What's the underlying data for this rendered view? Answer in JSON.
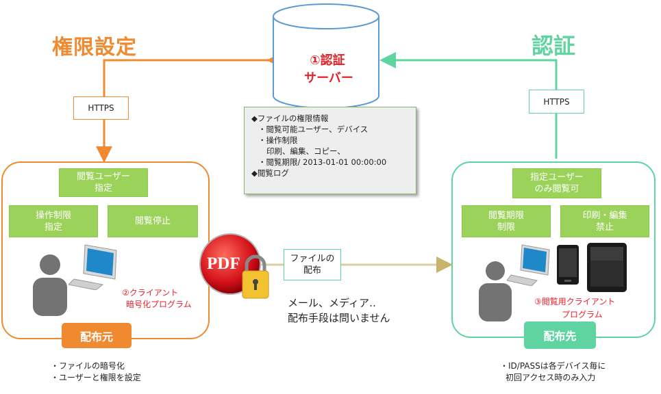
{
  "title_left": "権限設定",
  "title_right": "認証",
  "server": {
    "line1": "①認証",
    "line2": "サーバー"
  },
  "https_left": "HTTPS",
  "https_right": "HTTPS",
  "info": {
    "lines": [
      "◆ファイルの権限情報",
      "・閲覧可能ユーザー、デバイス",
      "・操作制限",
      "印刷、編集、コピー、",
      "・閲覧期限/ 2013-01-01 00:00:00",
      "◆閲覧ログ"
    ]
  },
  "left_panel": {
    "box1": "閲覧ユーザー\n指定",
    "box2": "操作制限\n指定",
    "box3": "閲覧停止",
    "program_line1": "②クライアント",
    "program_line2": "暗号化プログラム",
    "badge": "配布元"
  },
  "right_panel": {
    "box1": "指定ユーザー\nのみ閲覧可",
    "box2": "閲覧期限\n制限",
    "box3": "印刷・編集\n禁止",
    "program_line1": "③閲覧用クライアント",
    "program_line2": "プログラム",
    "badge": "配布先"
  },
  "pdf_label": "PDF",
  "distribute_box": "ファイルの\n配布",
  "media_line1": "メール、メディア‥",
  "media_line2": "配布手段は問いません",
  "note_left": [
    "・ファイルの暗号化",
    "・ユーザーと権限を設定"
  ],
  "note_right": [
    "・ID/PASSは各デバイス毎に",
    "初回アクセス時のみ入力"
  ],
  "colors": {
    "orange": "#f08a30",
    "green": "#5fd3a0",
    "leaf": "#9bd35a",
    "red": "#e8202a",
    "blue": "#5b9bd5"
  }
}
